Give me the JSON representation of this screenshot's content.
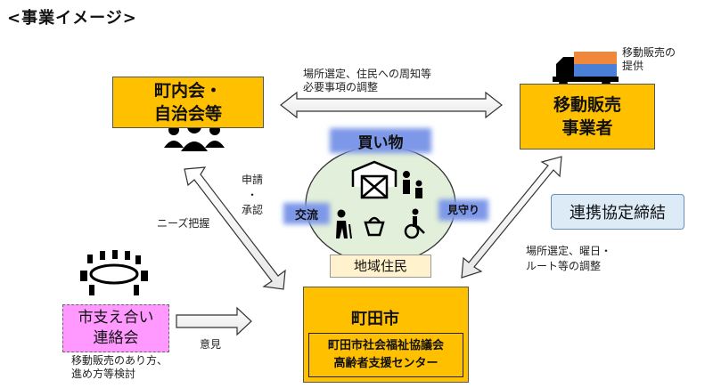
{
  "title": "<事業イメージ>",
  "nodes": {
    "chonaikai": "町内会・\n自治会等",
    "mobile_seller": "移動販売\n事業者",
    "truck_caption": "移動販売の\n提供",
    "machida_city": "町田市",
    "welfare": "町田市社会福祉協議会\n高齢者支援センター",
    "liaison": "市支え合い\n連絡会",
    "liaison_caption": "移動販売のあり方、\n進め方等検討",
    "shopping": "買い物",
    "exchange": "交流",
    "watch": "見守り",
    "residents": "地域住民",
    "agreement": "連携協定締結"
  },
  "arrows": {
    "top": "場所選定、住民への周知等\n必要事項の調整",
    "left_application": "申請\n・\n承認",
    "left_needs": "ニーズ把握",
    "right": "場所選定、曜日・\nルート等の調整",
    "opinion": "意見"
  },
  "colors": {
    "yellow": "#ffc000",
    "pink": "#ff99ff",
    "circle_fill": "#e2efda",
    "glow_blue": "#6f8fe6",
    "agreement_fill": "#ddebf7"
  }
}
